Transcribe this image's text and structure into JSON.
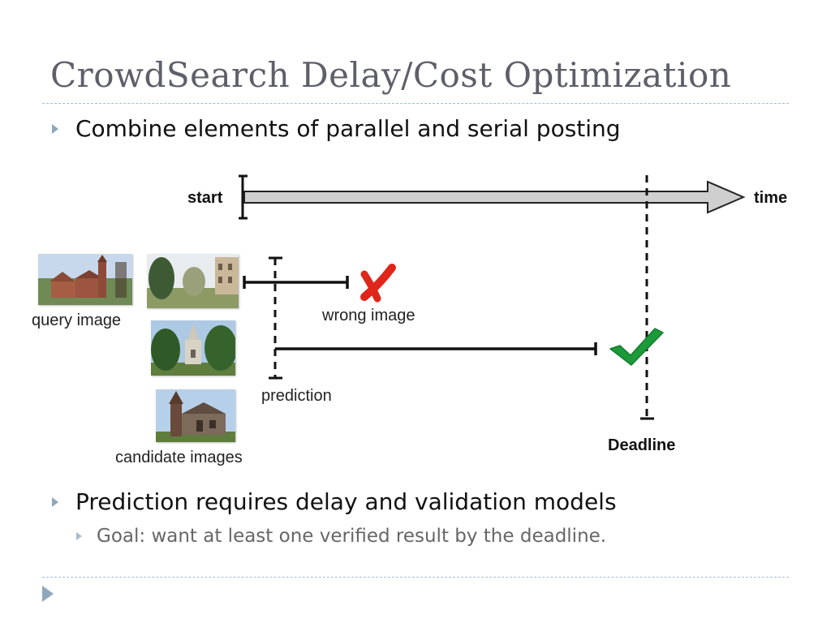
{
  "slide": {
    "title": "CrowdSearch Delay/Cost Optimization",
    "bullets": [
      {
        "text": "Combine elements of parallel and serial posting"
      },
      {
        "text": "Prediction requires delay and validation models"
      }
    ],
    "sub_bullets": [
      {
        "text": "Goal: want at least one verified result by the deadline."
      }
    ]
  },
  "figure": {
    "start_label": "start",
    "time_label": "time",
    "query_label": "query image",
    "wrong_label": "wrong image",
    "prediction_label": "prediction",
    "candidates_label": "candidate images",
    "deadline_label": "Deadline"
  },
  "icons": {
    "wrong": "red-x-icon",
    "correct": "green-check-icon"
  },
  "colors": {
    "title": "#5f5f6a",
    "bullet_marker": "#8fa7bb",
    "wrong_mark": "#e0251a",
    "correct_mark": "#1c9a3a",
    "arrow_fill": "#cfcfcf"
  }
}
